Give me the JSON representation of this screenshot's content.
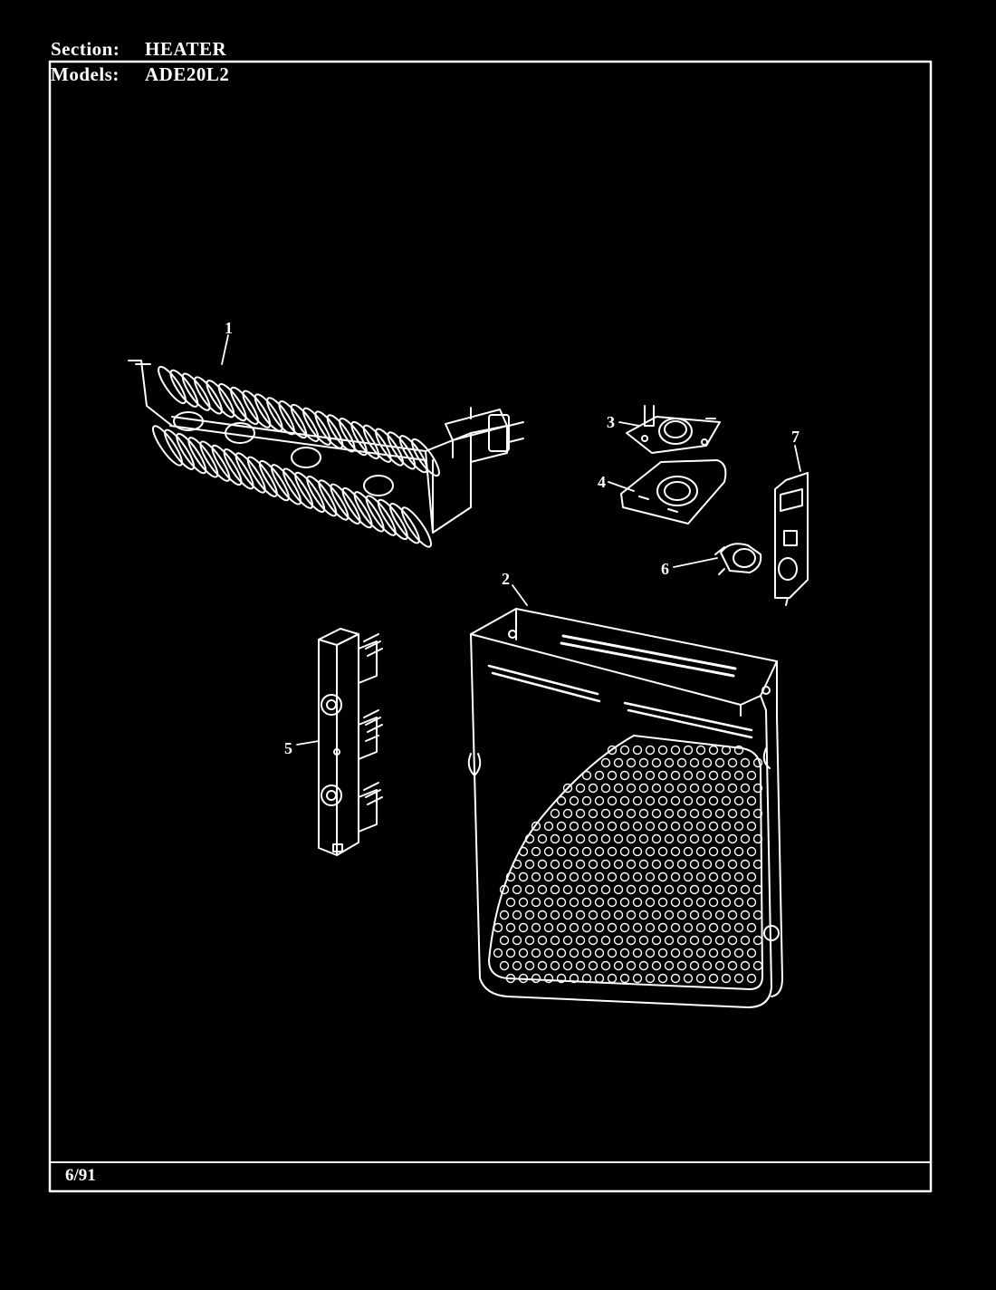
{
  "header": {
    "section_label": "Section:",
    "section_value": "HEATER",
    "models_label": "Models:",
    "models_value": "ADE20L2"
  },
  "footer": {
    "date": "6/91"
  },
  "callouts": {
    "c1": "1",
    "c2": "2",
    "c3": "3",
    "c4": "4",
    "c5": "5",
    "c6": "6",
    "c7": "7"
  },
  "colors": {
    "background": "#000000",
    "linework": "#ffffff"
  }
}
